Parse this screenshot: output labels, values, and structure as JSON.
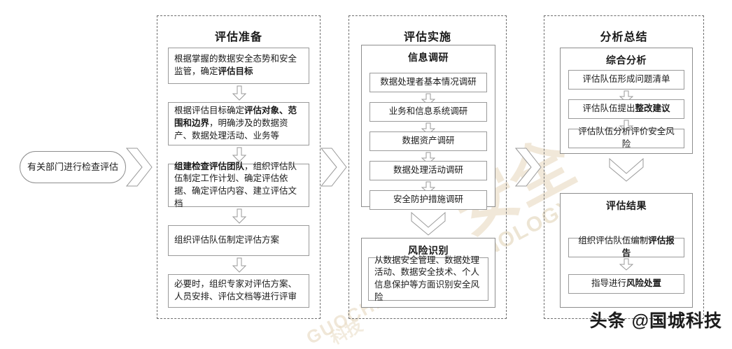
{
  "diagram": {
    "title": "数据安全检查评估流程",
    "entry": {
      "label": "有关部门进行检查评估"
    },
    "colors": {
      "box_border": "#9a9a9a",
      "stage_border": "#6e6e6e",
      "text": "#1a1a1a",
      "watermark": "#e0d0b2",
      "background": "#ffffff"
    },
    "connectors": {
      "chevron_entry_to_stage1": "chevron-right-icon",
      "chevron_stage1_to_stage2": "chevron-right-icon",
      "chevron_stage2_to_stage3": "chevron-right-icon",
      "down_arrow": "down-arrow-icon",
      "wide_down_chevron": "wide-down-chevron-icon"
    },
    "stages": [
      {
        "id": "stage-preparation",
        "title": "评估准备",
        "boxes": [
          {
            "id": "prep-1",
            "text_plain": "根据掌握的数据安全态势和安全监管，确定评估目标",
            "text_html": "根据掌握的数据安全态势和安全监管，确定<b>评估目标</b>"
          },
          {
            "id": "prep-2",
            "text_plain": "根据评估目标确定评估对象、范围和边界，明确涉及的数据资产、数据处理活动、业务等",
            "text_html": "根据评估目标确定<b>评估对象、范围和边界</b>，明确涉及的数据资产、数据处理活动、业务等"
          },
          {
            "id": "prep-3",
            "text_plain": "组建检查评估团队，组织评估队伍制定工作计划、确定评估依据、确定评估内容、建立评估文档",
            "text_html": "<b>组建检查评估团队</b>，组织评估队伍制定工作计划、确定评估依据、确定评估内容、建立评估文档"
          },
          {
            "id": "prep-4",
            "text_plain": "组织评估队伍制定评估方案",
            "text_html": "组织评估队伍制定评估方案"
          },
          {
            "id": "prep-5",
            "text_plain": "必要时，组织专家对评估方案、人员安排、评估文档等进行评审",
            "text_html": "必要时，组织专家对评估方案、人员安排、评估文档等进行评审"
          }
        ]
      },
      {
        "id": "stage-implementation",
        "title": "评估实施",
        "panels": [
          {
            "id": "panel-information-survey",
            "title": "信息调研",
            "boxes": [
              {
                "id": "survey-1",
                "text_plain": "数据处理者基本情况调研",
                "text_html": "数据处理者基本情况调研"
              },
              {
                "id": "survey-2",
                "text_plain": "业务和信息系统调研",
                "text_html": "业务和信息系统调研"
              },
              {
                "id": "survey-3",
                "text_plain": "数据资产调研",
                "text_html": "数据资产调研"
              },
              {
                "id": "survey-4",
                "text_plain": "数据处理活动调研",
                "text_html": "数据处理活动调研"
              },
              {
                "id": "survey-5",
                "text_plain": "安全防护措施调研",
                "text_html": "安全防护措施调研"
              }
            ]
          },
          {
            "id": "panel-risk-identification",
            "title": "风险识别",
            "boxes": [
              {
                "id": "risk-1",
                "text_plain": "从数据安全管理、数据处理活动、数据安全技术、个人信息保护等方面识别安全风险",
                "text_html": "从数据安全管理、数据处理活动、数据安全技术、个人信息保护等方面识别安全风险"
              }
            ]
          }
        ]
      },
      {
        "id": "stage-analysis-summary",
        "title": "分析总结",
        "panels": [
          {
            "id": "panel-comprehensive-analysis",
            "title": "综合分析",
            "boxes": [
              {
                "id": "analysis-1",
                "text_plain": "评估队伍形成问题清单",
                "text_html": "评估队伍形成问题清单"
              },
              {
                "id": "analysis-2",
                "text_plain": "评估队伍提出整改建议",
                "text_html": "评估队伍提出<b>整改建议</b>"
              },
              {
                "id": "analysis-3",
                "text_plain": "评估队伍分析评价安全风险",
                "text_html": "评估队伍分析评价安全风险"
              }
            ]
          },
          {
            "id": "panel-assessment-result",
            "title": "评估结果",
            "boxes": [
              {
                "id": "result-1",
                "text_plain": "组织评估队伍编制评估报告",
                "text_html": "组织评估队伍编制<b>评估报告</b>"
              },
              {
                "id": "result-2",
                "text_plain": "指导进行风险处置",
                "text_html": "指导进行<b>风险处置</b>"
              }
            ]
          }
        ]
      }
    ],
    "watermark": {
      "mark_a": "安全",
      "mark_b": "TECHNOLOGY",
      "mark_c": "GUOCHENG",
      "mark_d": "科技"
    },
    "footer": {
      "brand": "头条 @国城科技"
    }
  }
}
